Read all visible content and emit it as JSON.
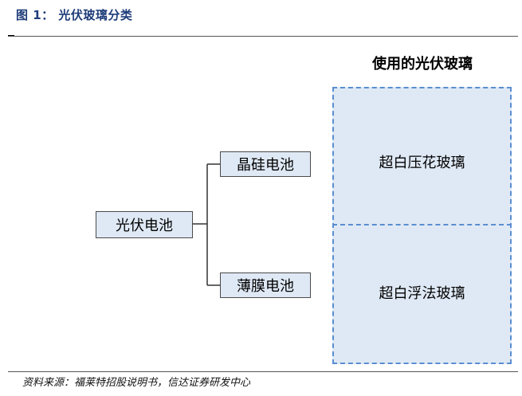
{
  "figure": {
    "title": "图 1：  光伏玻璃分类",
    "source": "资料来源：福莱特招股说明书，信达证券研发中心"
  },
  "diagram": {
    "root": "光伏电池",
    "branches": [
      "晶硅电池",
      "薄膜电池"
    ],
    "glass_heading": "使用的光伏玻璃",
    "glass_types": [
      "超白压花玻璃",
      "超白浮法玻璃"
    ]
  },
  "colors": {
    "box_fill": "#dfe9f5",
    "dashed_border": "#5a8ed0",
    "title_color": "#1f3d7a"
  }
}
